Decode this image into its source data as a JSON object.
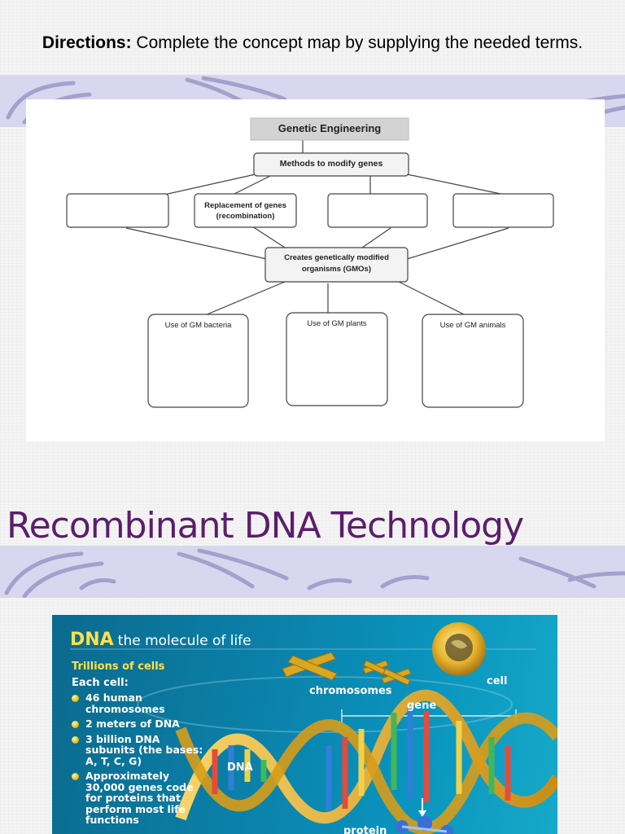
{
  "directions": {
    "label": "Directions:",
    "text": " Complete the concept map by supplying the needed terms."
  },
  "concept_map": {
    "root": "Genetic Engineering",
    "methods": "Methods to modify genes",
    "replacement_line1": "Replacement of genes",
    "replacement_line2": "(recombination)",
    "creates_line1": "Creates genetically modified",
    "creates_line2": "organisms (GMOs)",
    "use_bacteria": "Use of GM bacteria",
    "use_plants": "Use of GM plants",
    "use_animals": "Use of GM animals"
  },
  "slide_title": "Recombinant DNA Technology",
  "poster": {
    "title_big": "DNA",
    "title_rest": "the molecule of life",
    "subtitle": "Trillions of cells",
    "each_cell": "Each cell:",
    "facts": [
      "46 human chromosomes",
      "2 meters of DNA",
      "3 billion DNA subunits (the bases: A, T, C, G)",
      "Approximately 30,000 genes code for proteins that perform most life functions"
    ],
    "labels": {
      "cell": "cell",
      "chromosomes": "chromosomes",
      "gene": "gene",
      "dna": "DNA",
      "protein": "protein"
    },
    "colors": {
      "background": "#0b80a8",
      "highlight": "#ffe14a",
      "helix": "#e0a92a"
    }
  }
}
